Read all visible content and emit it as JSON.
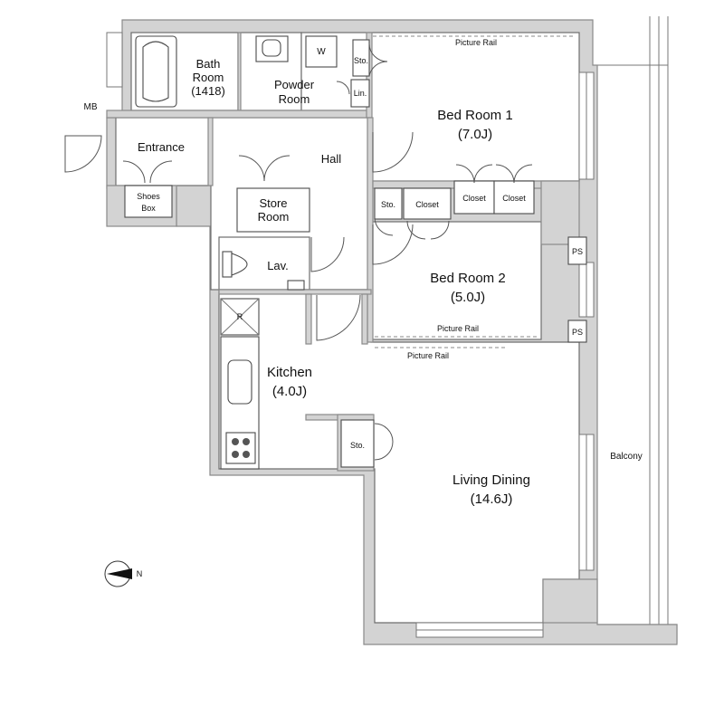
{
  "rooms": {
    "bath": "Bath",
    "bath2": "Room",
    "bath3": "(1418)",
    "powder": "Powder",
    "powder2": "Room",
    "wash": "W",
    "sto_top": "Sto.",
    "lin": "Lin.",
    "mb": "MB",
    "entrance": "Entrance",
    "shoes": "Shoes",
    "shoes2": "Box",
    "hall": "Hall",
    "store": "Store",
    "store2": "Room",
    "lav": "Lav.",
    "fridge": "R",
    "kitchen": "Kitchen",
    "kitchen_size": "(4.0J)",
    "sto_kitchen": "Sto.",
    "bed1": "Bed Room 1",
    "bed1_size": "(7.0J)",
    "picture_rail_top": "Picture Rail",
    "sto_bed2": "Sto.",
    "closet_bed2": "Closet",
    "closet1": "Closet",
    "closet2": "Closet",
    "ps1": "PS",
    "ps2": "PS",
    "bed2": "Bed Room 2",
    "bed2_size": "(5.0J)",
    "picture_rail_mid": "Picture Rail",
    "picture_rail_low": "Picture Rail",
    "living": "Living Dining",
    "living_size": "(14.6J)",
    "balcony": "Balcony",
    "north": "N"
  },
  "icons": [
    "north-arrow-icon",
    "bathtub-icon",
    "toilet-icon",
    "stove-icon",
    "sink-icon",
    "fridge-icon"
  ]
}
